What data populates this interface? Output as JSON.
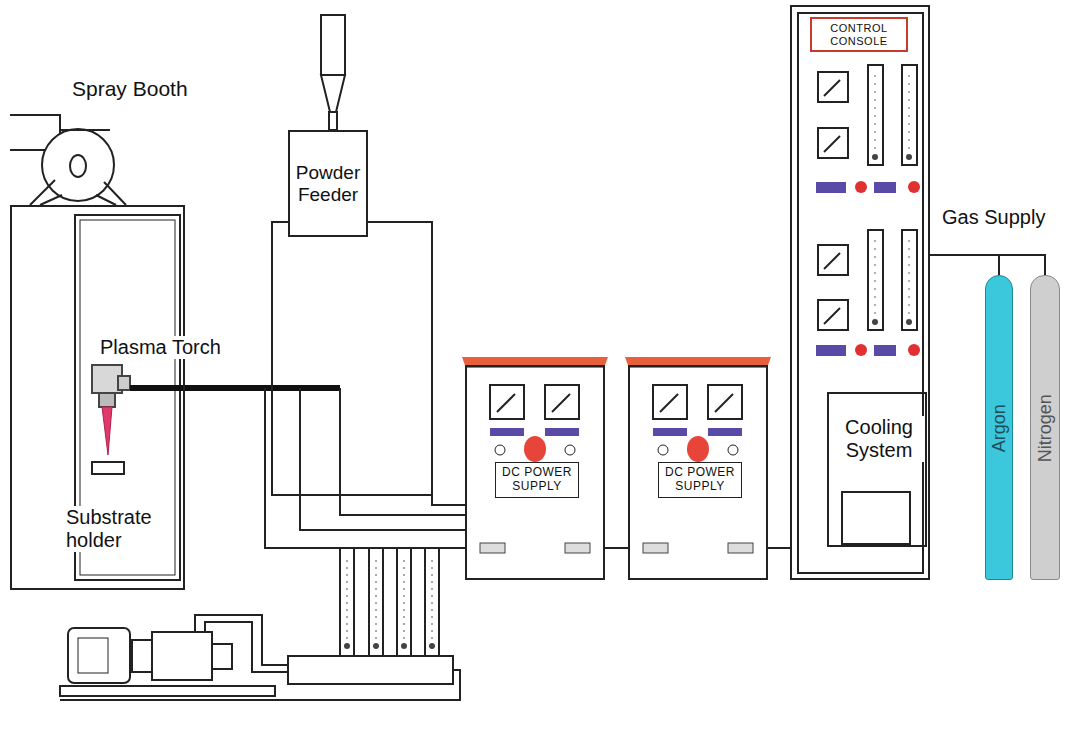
{
  "diagram": {
    "nodes": [
      {
        "text": [
          "Spray Booth"
        ]
      },
      {
        "text": [
          "Powder Feeder"
        ]
      },
      {
        "text": [
          "DC POWER SUPPLY"
        ]
      },
      {
        "text": [
          "DC POWER SUPPLY"
        ]
      },
      {
        "text": [
          "CONTROL CONSOLE"
        ]
      },
      {
        "text": [
          "Cooling System"
        ],
        "in": 4
      },
      {
        "text": [
          "Argon"
        ]
      },
      {
        "text": [
          "Nitrogen"
        ]
      }
    ],
    "edges": [
      {
        "from": 2,
        "to": 3,
        "arrow": "none"
      },
      {
        "from": 3,
        "to": 4,
        "arrow": "none"
      },
      {
        "from": 4,
        "to": 6,
        "arrow": "none"
      },
      {
        "from": 4,
        "to": 7,
        "arrow": "none"
      }
    ],
    "labels": [
      "Plasma Torch",
      "Substrate holder",
      "Gas Supply"
    ]
  }
}
